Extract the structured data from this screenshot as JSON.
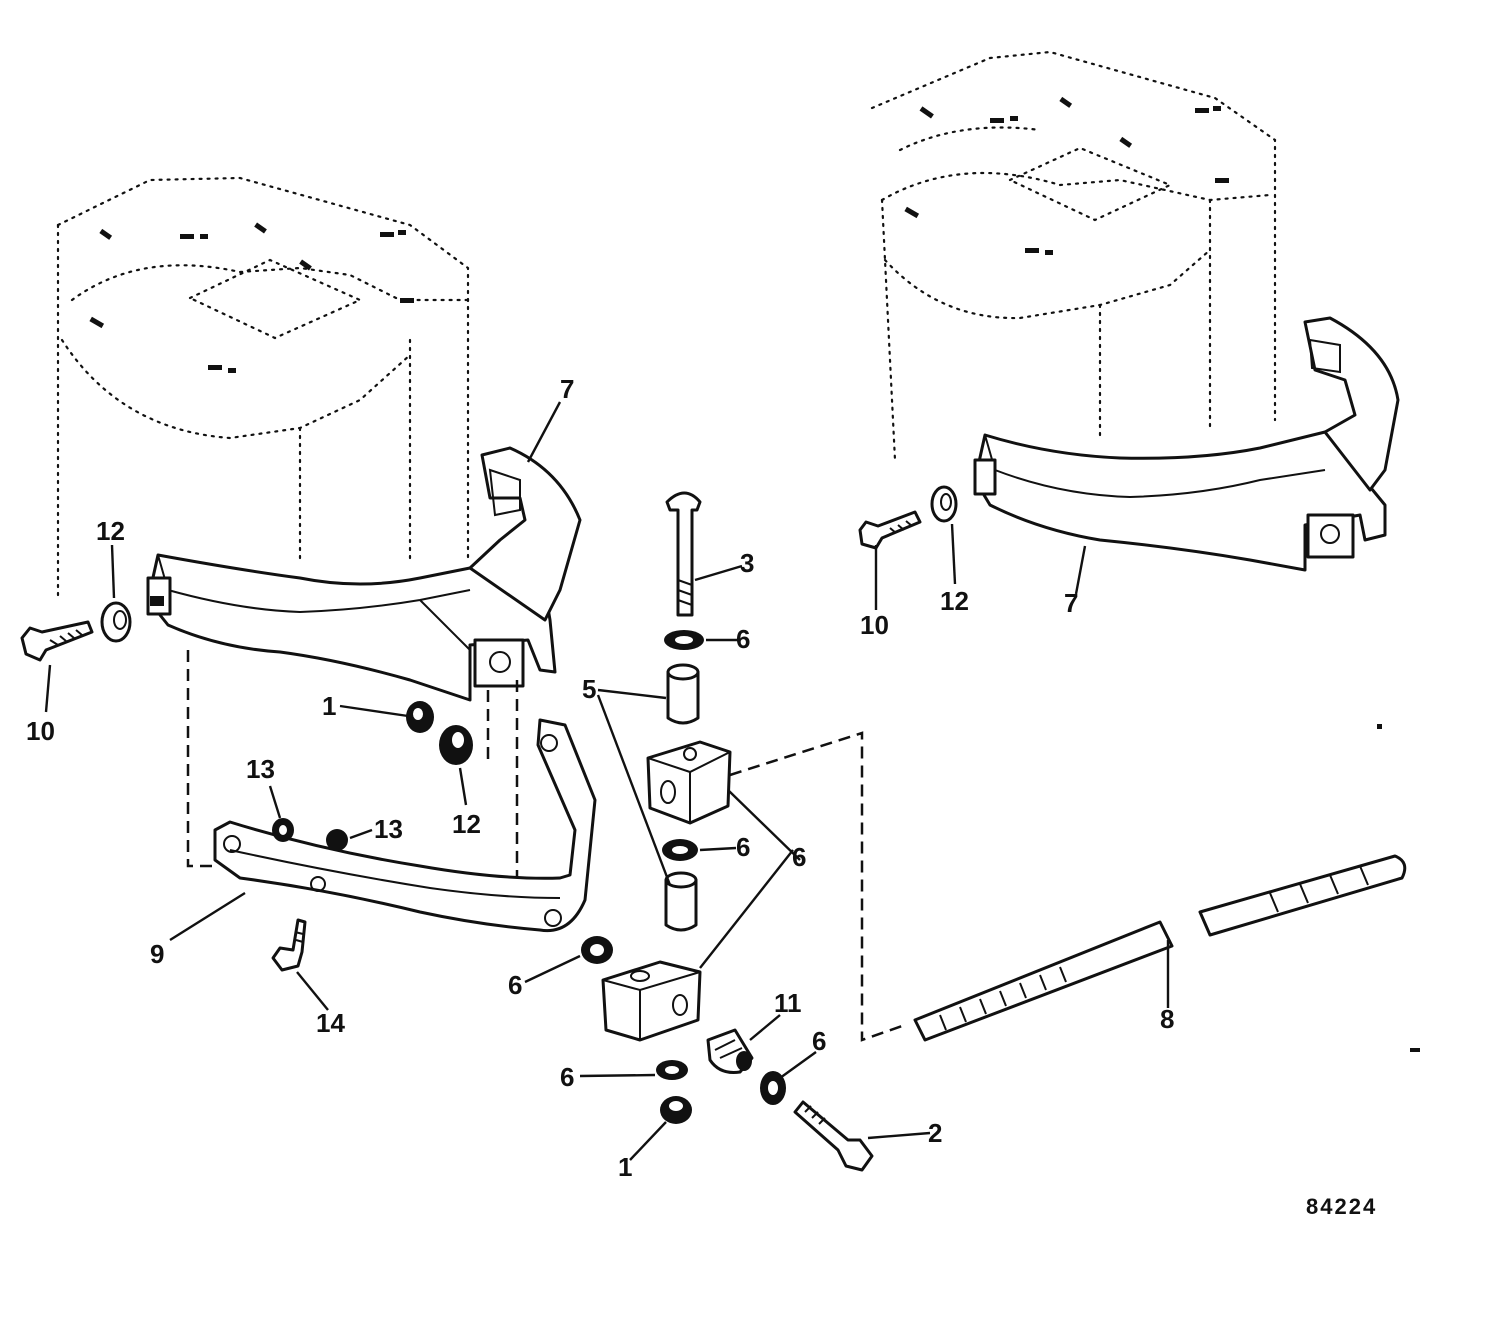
{
  "diagram_code": "84224",
  "callouts": {
    "left_7": "7",
    "left_12_top": "12",
    "left_10": "10",
    "left_1": "1",
    "left_12_lower": "12",
    "left_13_a": "13",
    "left_13_b": "13",
    "left_9": "9",
    "left_14": "14",
    "left_6_low": "6",
    "center_3": "3",
    "center_6_a": "6",
    "center_5": "5",
    "center_6_b": "6",
    "center_6_c": "6",
    "center_11": "11",
    "center_6_d": "6",
    "center_1": "1",
    "center_2": "2",
    "right_10": "10",
    "right_12": "12",
    "right_7": "7",
    "right_8": "8"
  }
}
